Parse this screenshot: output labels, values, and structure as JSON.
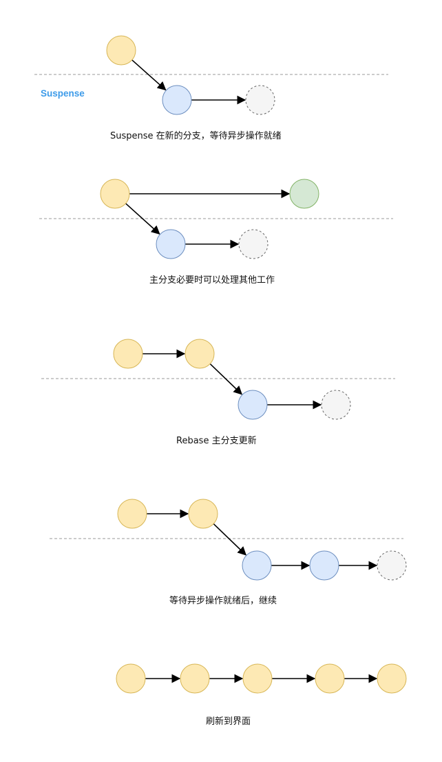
{
  "colors": {
    "main_fill": "#fde9b4",
    "main_stroke": "#d7b656",
    "branch_fill": "#dae8fc",
    "branch_stroke": "#6c8ebf",
    "done_fill": "#d5e8d4",
    "done_stroke": "#82b366",
    "pending_fill": "#f5f5f5",
    "pending_stroke": "#666666",
    "arrow": "#000000",
    "divider": "#999999",
    "label": "#3d9be9",
    "text": "#111111"
  },
  "node_kinds": {
    "main": "yellow circle (main branch commit)",
    "branch": "blue circle (suspense branch commit)",
    "done": "green circle (committed result)",
    "pending": "gray dashed circle (pending async operation)"
  },
  "panels": [
    {
      "label": "Suspense",
      "caption": "Suspense 在新的分支，等待异步操作就绪",
      "nodes": [
        {
          "id": "a",
          "kind": "main"
        },
        {
          "id": "b",
          "kind": "branch"
        },
        {
          "id": "c",
          "kind": "pending"
        }
      ],
      "edges": [
        [
          "a",
          "b"
        ],
        [
          "b",
          "c"
        ]
      ]
    },
    {
      "caption": "主分支必要时可以处理其他工作",
      "nodes": [
        {
          "id": "a",
          "kind": "main"
        },
        {
          "id": "g",
          "kind": "done"
        },
        {
          "id": "b",
          "kind": "branch"
        },
        {
          "id": "c",
          "kind": "pending"
        }
      ],
      "edges": [
        [
          "a",
          "g"
        ],
        [
          "a",
          "b"
        ],
        [
          "b",
          "c"
        ]
      ]
    },
    {
      "caption": "Rebase 主分支更新",
      "nodes": [
        {
          "id": "a",
          "kind": "main"
        },
        {
          "id": "a2",
          "kind": "main"
        },
        {
          "id": "b",
          "kind": "branch"
        },
        {
          "id": "c",
          "kind": "pending"
        }
      ],
      "edges": [
        [
          "a",
          "a2"
        ],
        [
          "a2",
          "b"
        ],
        [
          "b",
          "c"
        ]
      ]
    },
    {
      "caption": "等待异步操作就绪后，继续",
      "nodes": [
        {
          "id": "a",
          "kind": "main"
        },
        {
          "id": "a2",
          "kind": "main"
        },
        {
          "id": "b",
          "kind": "branch"
        },
        {
          "id": "b2",
          "kind": "branch"
        },
        {
          "id": "c",
          "kind": "pending"
        }
      ],
      "edges": [
        [
          "a",
          "a2"
        ],
        [
          "a2",
          "b"
        ],
        [
          "b",
          "b2"
        ],
        [
          "b2",
          "c"
        ]
      ]
    },
    {
      "caption": "刷新到界面",
      "nodes": [
        {
          "id": "n1",
          "kind": "main"
        },
        {
          "id": "n2",
          "kind": "main"
        },
        {
          "id": "n3",
          "kind": "main"
        },
        {
          "id": "n4",
          "kind": "main"
        },
        {
          "id": "n5",
          "kind": "main"
        }
      ],
      "edges": [
        [
          "n1",
          "n2"
        ],
        [
          "n2",
          "n3"
        ],
        [
          "n3",
          "n4"
        ],
        [
          "n4",
          "n5"
        ]
      ]
    }
  ]
}
